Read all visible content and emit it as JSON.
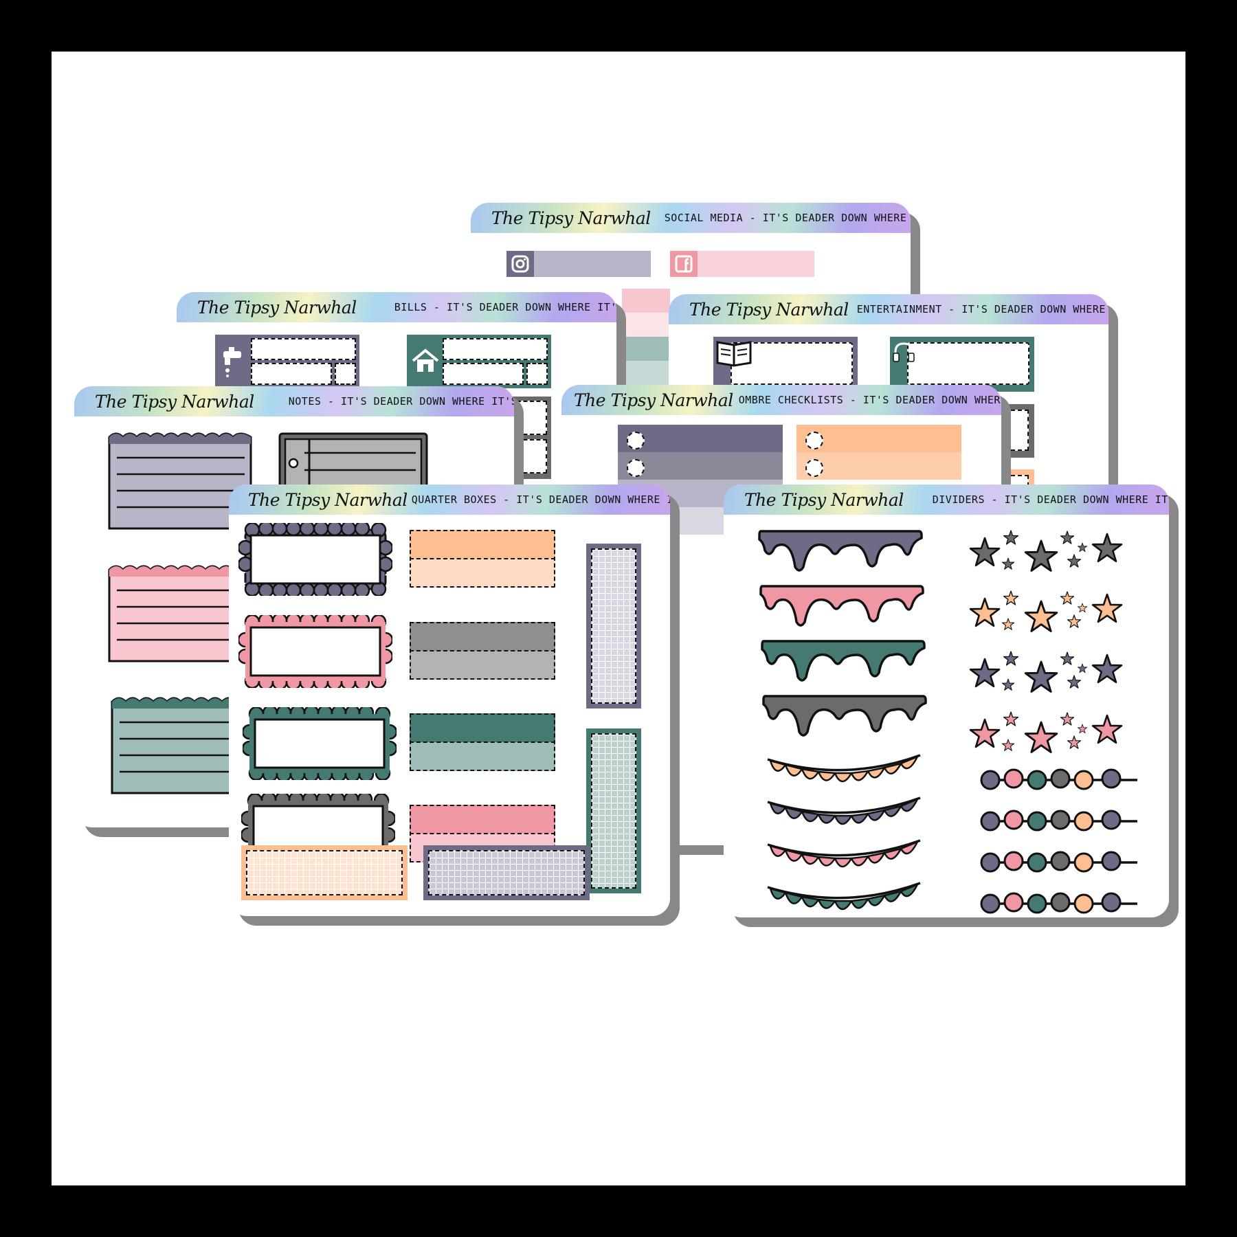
{
  "brand": "The Tipsy Narwhal",
  "sheets": {
    "social": {
      "title": "SOCIAL MEDIA - IT'S DEADER DOWN WHERE IT'S WETTER"
    },
    "bills": {
      "title": "BILLS - IT'S DEADER DOWN WHERE IT'S WETTER"
    },
    "entertainment": {
      "title": "ENTERTAINMENT - IT'S DEADER DOWN WHERE IT'S WETTER"
    },
    "notes": {
      "title": "NOTES - IT'S DEADER DOWN WHERE IT'S WETTER"
    },
    "ombre": {
      "title": "OMBRE CHECKLISTS - IT'S DEADER DOWN WHERE IT'S WETTER"
    },
    "quarter": {
      "title": "QUARTER BOXES - IT'S DEADER DOWN WHERE IT'S WETTER"
    },
    "dividers": {
      "title": "DIVIDERS - IT'S DEADER DOWN WHERE IT'S WETTER"
    }
  },
  "colors": {
    "purple": "#6d6b85",
    "lavender": "#b7b6c8",
    "pink": "#ef97a2",
    "lightpink": "#f7c6cf",
    "teal": "#457a73",
    "lightteal": "#9fbdb8",
    "gray": "#6b6b6b",
    "lightgray": "#b3b3b3",
    "peach": "#fdbf92",
    "lightpeach": "#fddcc6"
  },
  "icons": [
    "instagram-icon",
    "facebook-icon",
    "faucet-icon",
    "house-icon",
    "book-icon",
    "headphones-icon"
  ]
}
